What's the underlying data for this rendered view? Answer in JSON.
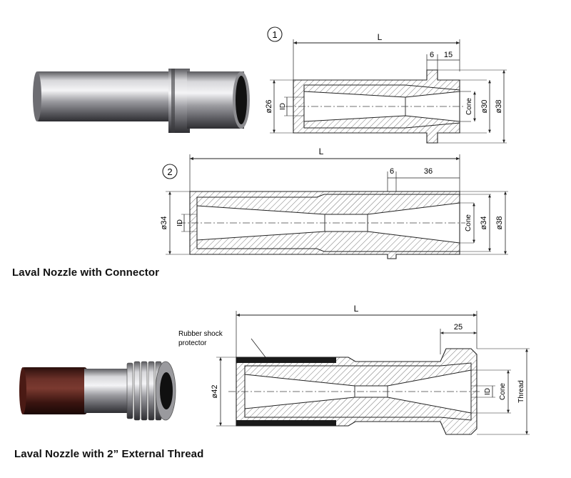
{
  "products": [
    {
      "caption": "Laval Nozzle with Connector",
      "drawings": [
        {
          "number": "1",
          "length": "L",
          "dims_top": [
            "6",
            "15"
          ],
          "dim_left": "ø26",
          "dim_id": "ID",
          "dims_right": [
            "Cone",
            "ø30",
            "ø38"
          ]
        },
        {
          "number": "2",
          "length": "L",
          "dims_top": [
            "6",
            "36"
          ],
          "dim_left": "ø34",
          "dim_id": "ID",
          "dims_right": [
            "Cone",
            "ø34",
            "ø38"
          ]
        }
      ]
    },
    {
      "caption": "Laval Nozzle with 2” External Thread",
      "drawings": [
        {
          "length": "L",
          "dim_top": "25",
          "callout": [
            "Rubber shock",
            "protector"
          ],
          "dim_left": "ø42",
          "dims_right": [
            "ID",
            "Cone",
            "Thread"
          ]
        }
      ]
    }
  ],
  "colors": {
    "line": "#222222",
    "hatch": "#555555",
    "center": "#444444",
    "rubber": "#1a1a1a",
    "sleeve": "#4a1f1a",
    "steel": "#b8b8bc"
  }
}
